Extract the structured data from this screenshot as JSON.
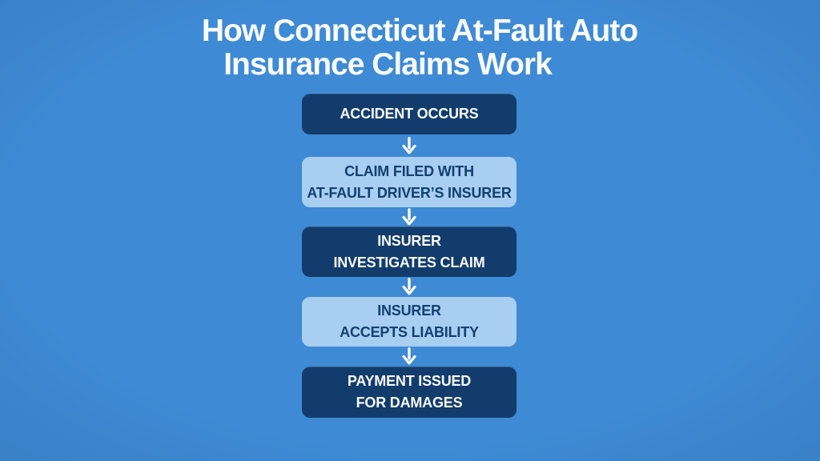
{
  "title": {
    "line1": "How Connecticut At-Fault Auto",
    "line2": "Insurance Claims Work"
  },
  "flowchart": {
    "steps": [
      {
        "lines": [
          "ACCIDENT OCCURS"
        ]
      },
      {
        "lines": [
          "CLAIM FILED WITH",
          "AT-FAULT DRIVER’S INSURER"
        ]
      },
      {
        "lines": [
          "INSURER",
          "INVESTIGATES CLAIM"
        ]
      },
      {
        "lines": [
          "INSURER",
          "ACCEPTS LIABILITY"
        ]
      },
      {
        "lines": [
          "PAYMENT ISSUED",
          "FOR DAMAGES"
        ]
      }
    ],
    "connector_icon": "down-arrow-icon"
  },
  "colors": {
    "background": "#3E8AD4",
    "dark_box": "#123C6B",
    "light_box": "#A8CEF2",
    "dark_text": "#14406E",
    "light_text": "#F9FBFE",
    "arrow": "#FFFFFF"
  }
}
